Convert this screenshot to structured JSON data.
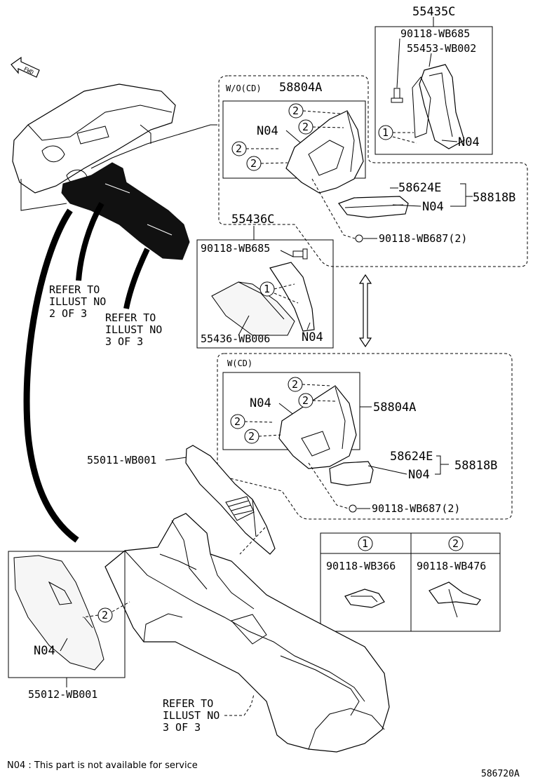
{
  "labels": {
    "top_kit": "55435C",
    "kit_bolt": "90118-WB685",
    "kit_part": "55453-WB002",
    "kit_n04": "N04",
    "wo_cd": "W/O(CD)",
    "wo_panel": "58804A",
    "wo_n04": "N04",
    "wo_bezel": "58624E",
    "wo_bezel_n04": "N04",
    "wo_bezel_group": "58818B",
    "wo_screw": "90118-WB687(2)",
    "mid_kit": "55436C",
    "mid_bolt": "90118-WB685",
    "mid_part": "55436-WB006",
    "mid_n04": "N04",
    "w_cd": "W(CD)",
    "w_n04": "N04",
    "w_panel": "58804A",
    "w_bezel": "58624E",
    "w_bezel_n04": "N04",
    "w_bezel_group": "58818B",
    "w_screw": "90118-WB687(2)",
    "main_console": "55011-WB001",
    "side_n04": "N04",
    "side_part": "55012-WB001"
  },
  "refs": {
    "ref_a": [
      "REFER TO",
      "ILLUST NO",
      "2 OF 3"
    ],
    "ref_b": [
      "REFER TO",
      "ILLUST NO",
      "3 OF 3"
    ],
    "ref_c": [
      "REFER TO",
      "ILLUST NO",
      "3 OF 3"
    ]
  },
  "legend": {
    "col1_num": "1",
    "col1_part": "90118-WB366",
    "col2_num": "2",
    "col2_part": "90118-WB476"
  },
  "callouts": {
    "one": "1",
    "two": "2"
  },
  "fwd": "FWD",
  "footnote": "N04 : This part is not available for service",
  "figure_id": "586720A"
}
